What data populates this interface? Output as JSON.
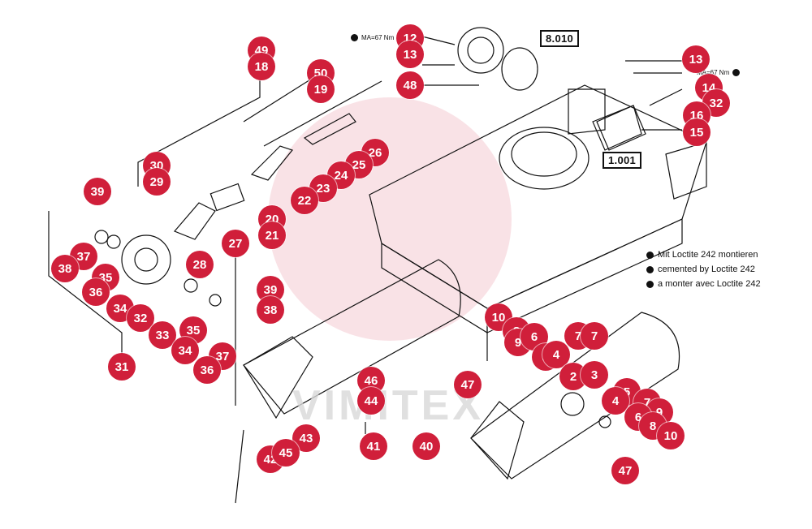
{
  "refs": {
    "top_sprocket": "8.010",
    "cover": "1.001"
  },
  "torque": {
    "left": "MA=67 Nm",
    "right": "MA=67 Nm"
  },
  "notes": [
    "Mit Loctite 242 montieren",
    "cemented by Loctite 242",
    "a monter avec Loctite 242"
  ],
  "watermark": "VIMITEX",
  "callouts": [
    {
      "id": "12",
      "label": "12"
    },
    {
      "id": "13a",
      "label": "13"
    },
    {
      "id": "48",
      "label": "48"
    },
    {
      "id": "49",
      "label": "49"
    },
    {
      "id": "18",
      "label": "18"
    },
    {
      "id": "50",
      "label": "50"
    },
    {
      "id": "19",
      "label": "19"
    },
    {
      "id": "13b",
      "label": "13"
    },
    {
      "id": "14",
      "label": "14"
    },
    {
      "id": "32a",
      "label": "32"
    },
    {
      "id": "16",
      "label": "16"
    },
    {
      "id": "15",
      "label": "15"
    },
    {
      "id": "30",
      "label": "30"
    },
    {
      "id": "29",
      "label": "29"
    },
    {
      "id": "39a",
      "label": "39"
    },
    {
      "id": "26",
      "label": "26"
    },
    {
      "id": "25",
      "label": "25"
    },
    {
      "id": "24",
      "label": "24"
    },
    {
      "id": "23",
      "label": "23"
    },
    {
      "id": "22",
      "label": "22"
    },
    {
      "id": "20",
      "label": "20"
    },
    {
      "id": "21",
      "label": "21"
    },
    {
      "id": "27",
      "label": "27"
    },
    {
      "id": "28",
      "label": "28"
    },
    {
      "id": "37a",
      "label": "37"
    },
    {
      "id": "38a",
      "label": "38"
    },
    {
      "id": "35a",
      "label": "35"
    },
    {
      "id": "36a",
      "label": "36"
    },
    {
      "id": "34a",
      "label": "34"
    },
    {
      "id": "32b",
      "label": "32"
    },
    {
      "id": "33",
      "label": "33"
    },
    {
      "id": "35b",
      "label": "35"
    },
    {
      "id": "34b",
      "label": "34"
    },
    {
      "id": "37b",
      "label": "37"
    },
    {
      "id": "36b",
      "label": "36"
    },
    {
      "id": "31",
      "label": "31"
    },
    {
      "id": "39b",
      "label": "39"
    },
    {
      "id": "38b",
      "label": "38"
    },
    {
      "id": "10a",
      "label": "10"
    },
    {
      "id": "8a",
      "label": "8"
    },
    {
      "id": "9a",
      "label": "9"
    },
    {
      "id": "6a",
      "label": "6"
    },
    {
      "id": "5a",
      "label": "5"
    },
    {
      "id": "4a",
      "label": "4"
    },
    {
      "id": "7a",
      "label": "7"
    },
    {
      "id": "7b",
      "label": "7"
    },
    {
      "id": "2",
      "label": "2"
    },
    {
      "id": "3",
      "label": "3"
    },
    {
      "id": "47a",
      "label": "47"
    },
    {
      "id": "5b",
      "label": "5"
    },
    {
      "id": "4b",
      "label": "4"
    },
    {
      "id": "7c",
      "label": "7"
    },
    {
      "id": "9b",
      "label": "9"
    },
    {
      "id": "6b",
      "label": "6"
    },
    {
      "id": "8b",
      "label": "8"
    },
    {
      "id": "10b",
      "label": "10"
    },
    {
      "id": "47b",
      "label": "47"
    },
    {
      "id": "46",
      "label": "46"
    },
    {
      "id": "44",
      "label": "44"
    },
    {
      "id": "43",
      "label": "43"
    },
    {
      "id": "42",
      "label": "42"
    },
    {
      "id": "45",
      "label": "45"
    },
    {
      "id": "41",
      "label": "41"
    },
    {
      "id": "40",
      "label": "40"
    }
  ]
}
